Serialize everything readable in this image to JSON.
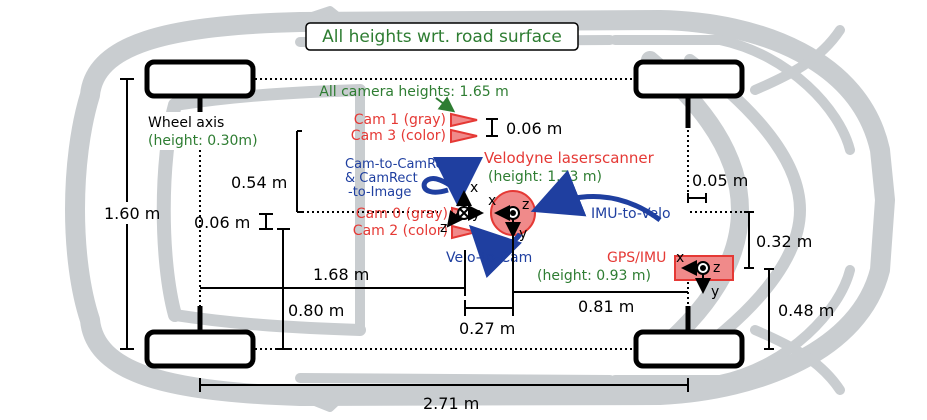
{
  "title": "All heights wrt. road surface",
  "camera_heights": "All camera heights: 1.65 m",
  "wheel_axis": {
    "label": "Wheel axis",
    "height": "(height: 0.30m)"
  },
  "cameras": {
    "cam1": "Cam 1 (gray)",
    "cam3": "Cam 3 (color)",
    "cam0": "Cam 0 (gray)",
    "cam2": "Cam 2 (color)"
  },
  "velodyne": {
    "label": "Velodyne laserscanner",
    "height": "(height: 1.73 m)"
  },
  "gps": {
    "label": "GPS/IMU",
    "height": "(height: 0.93 m)"
  },
  "transforms": {
    "cam_to_camrect": [
      "Cam-to-CamRect",
      "& CamRect",
      "-to-Image"
    ],
    "velo_to_cam": "Velo-to-Cam",
    "imu_to_velo": "IMU-to-Velo"
  },
  "axes": {
    "x": "x",
    "y": "y",
    "z": "z"
  },
  "dimensions": {
    "cam_spacing": "0.06 m",
    "cam_vertical": "0.54 m",
    "cam_lateral": "0.06 m",
    "car_width": "1.60 m",
    "front_to_cam": "1.68 m",
    "lateral_to_cam": "0.80 m",
    "cam_to_velo": "0.27 m",
    "velo_to_rear": "0.81 m",
    "velo_gps_x": "0.05 m",
    "velo_gps_y": "0.32 m",
    "gps_lateral": "0.48 m",
    "wheelbase": "2.71 m"
  },
  "colors": {
    "green": "#2e7d32",
    "red": "#e53935",
    "blue": "#1f3fa0",
    "car_silhouette": "#c9cdd0",
    "sensor_fill": "#f08a8a"
  }
}
